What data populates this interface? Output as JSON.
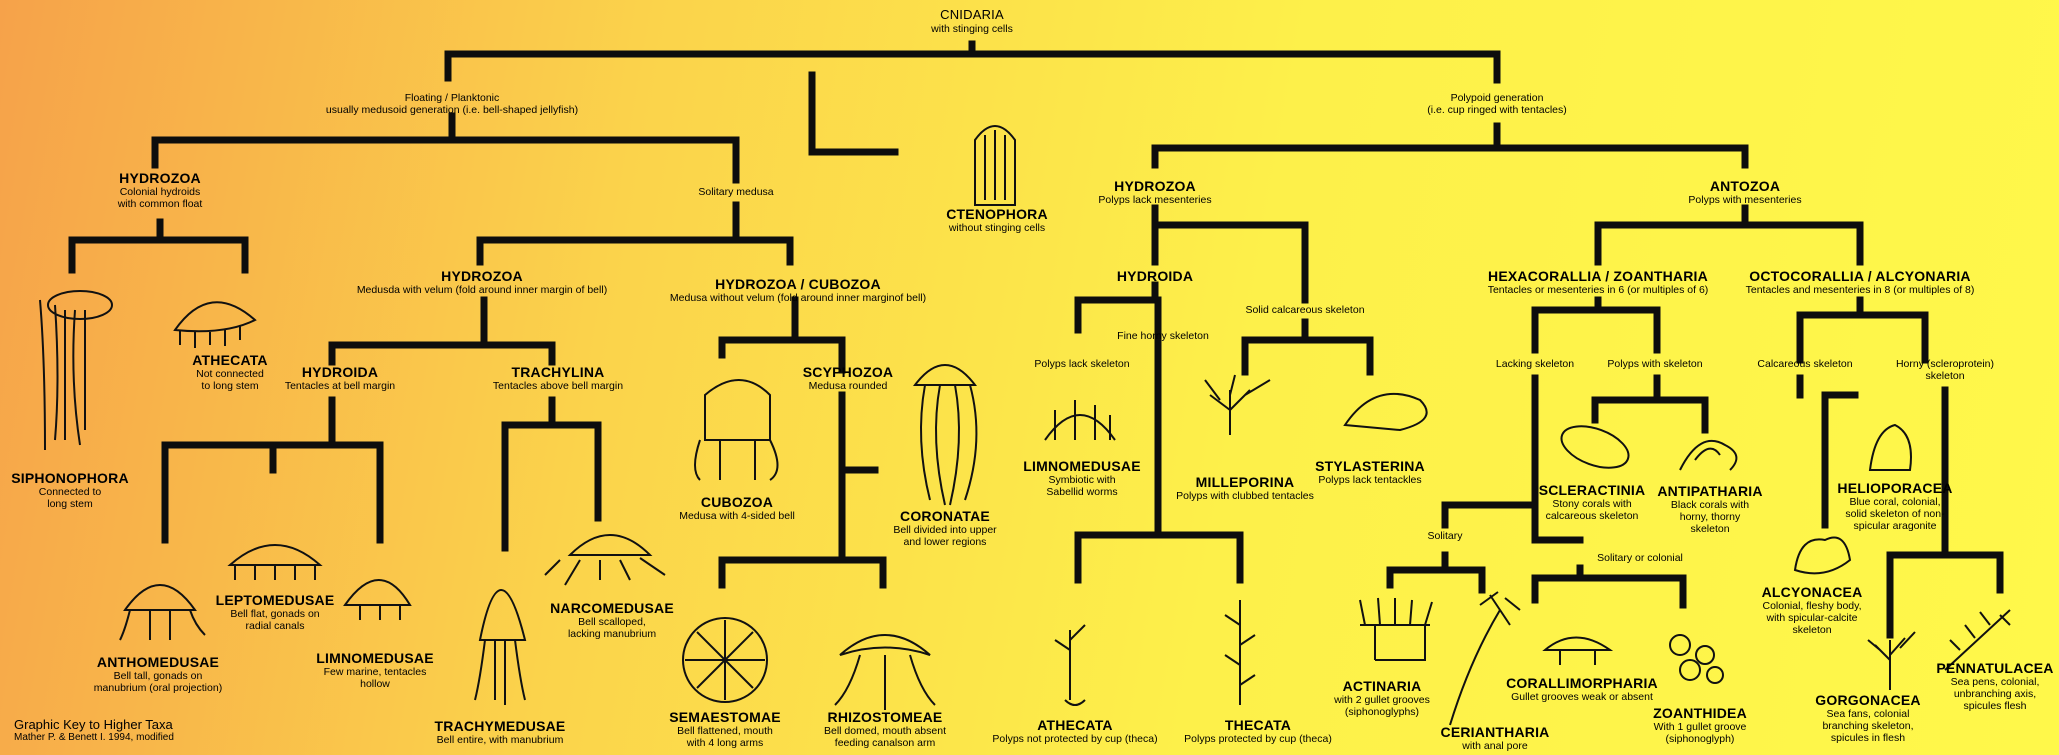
{
  "root": {
    "title": "CNIDARIA",
    "sub": "with stinging cells"
  },
  "branches": {
    "floating": {
      "l1": "Floating / Planktonic",
      "l2": "usually medusoid generation (i.e. bell-shaped jellyfish)"
    },
    "polypoid": {
      "l1": "Polypoid generation",
      "l2": "(i.e. cup ringed with tentacles)"
    },
    "solitary_medusa": "Solitary medusa",
    "fine_horny": "Fine horny skeleton",
    "solid_calc": "Solid calcareous skeleton",
    "lacking_skel": "Lacking skeleton",
    "polyps_skel": "Polyps with skeleton",
    "solitary": "Solitary",
    "sol_or_col": "Solitary or colonial",
    "calc_skel": "Calcareous skeleton",
    "horny": {
      "l1": "Horny (scleroprotein)",
      "l2": "skeleton"
    }
  },
  "taxa": {
    "hydrozoa_colonial": {
      "name": "HYDROZOA",
      "d1": "Colonial hydroids",
      "d2": "with common float"
    },
    "siphonophora": {
      "name": "SIPHONOPHORA",
      "d1": "Connected to",
      "d2": "long stem"
    },
    "athecata_float": {
      "name": "ATHECATA",
      "d1": "Not connected",
      "d2": "to long stem"
    },
    "hydrozoa_velum": {
      "name": "HYDROZOA",
      "d1": "Medusda with velum (fold around inner margin of bell)"
    },
    "hydrozoa_cubozoa": {
      "name": "HYDROZOA / CUBOZOA",
      "d1": "Medusa without velum (fold around inner marginof bell)"
    },
    "hydroida_med": {
      "name": "HYDROIDA",
      "d1": "Tentacles at bell margin"
    },
    "trachylina": {
      "name": "TRACHYLINA",
      "d1": "Tentacles above bell margin"
    },
    "anthomedusae": {
      "name": "ANTHOMEDUSAE",
      "d1": "Bell tall, gonads on",
      "d2": "manubrium (oral projection)"
    },
    "leptomedusae": {
      "name": "LEPTOMEDUSAE",
      "d1": "Bell flat, gonads on",
      "d2": "radial canals"
    },
    "limnomedusae_a": {
      "name": "LIMNOMEDUSAE",
      "d1": "Few marine, tentacles",
      "d2": "hollow"
    },
    "trachymedusae": {
      "name": "TRACHYMEDUSAE",
      "d1": "Bell entire, with manubrium"
    },
    "narcomedusae": {
      "name": "NARCOMEDUSAE",
      "d1": "Bell scalloped,",
      "d2": "lacking manubrium"
    },
    "cubozoa": {
      "name": "CUBOZOA",
      "d1": "Medusa with 4-sided bell"
    },
    "scyphozoa": {
      "name": "SCYPHOZOA",
      "d1": "Medusa rounded"
    },
    "coronatae": {
      "name": "CORONATAE",
      "d1": "Bell divided into upper",
      "d2": "and lower regions"
    },
    "semaestomae": {
      "name": "SEMAESTOMAE",
      "d1": "Bell flattened, mouth",
      "d2": "with 4 long arms"
    },
    "rhizostomeae": {
      "name": "RHIZOSTOMEAE",
      "d1": "Bell domed, mouth absent",
      "d2": "feeding canalson arm"
    },
    "ctenophora": {
      "name": "CTENOPHORA",
      "d1": "without stinging cells"
    },
    "hydrozoa_polyp": {
      "name": "HYDROZOA",
      "d1": "Polyps lack mesenteries"
    },
    "antozoa": {
      "name": "ANTOZOA",
      "d1": "Polyps with mesenteries"
    },
    "hydroida_polyp": {
      "name": "HYDROIDA"
    },
    "polyps_lack": {
      "d1": "Polyps lack skeleton"
    },
    "limnomedusae_b": {
      "name": "LIMNOMEDUSAE",
      "d1": "Symbiotic with",
      "d2": "Sabellid worms"
    },
    "milleporina": {
      "name": "MILLEPORINA",
      "d1": "Polyps with clubbed tentacles"
    },
    "stylasterina": {
      "name": "STYLASTERINA",
      "d1": "Polyps lack tentackles"
    },
    "athecata_polyp": {
      "name": "ATHECATA",
      "d1": "Polyps not protected by cup (theca)"
    },
    "thecata": {
      "name": "THECATA",
      "d1": "Polyps protected by cup (theca)"
    },
    "hexacorallia": {
      "name": "HEXACORALLIA / ZOANTHARIA",
      "d1": "Tentacles or mesenteries in 6 (or multiples of 6)"
    },
    "octocorallia": {
      "name": "OCTOCORALLIA / ALCYONARIA",
      "d1": "Tentacles and mesenteries in 8 (or multiples of 8)"
    },
    "scleractinia": {
      "name": "SCLERACTINIA",
      "d1": "Stony corals with",
      "d2": "calcareous skeleton"
    },
    "antipatharia": {
      "name": "ANTIPATHARIA",
      "d1": "Black corals with",
      "d2": "horny, thorny",
      "d3": "skeleton"
    },
    "actinaria": {
      "name": "ACTINARIA",
      "d1": "with 2 gullet grooves",
      "d2": "(siphonoglyphs)"
    },
    "ceriantharia": {
      "name": "CERIANTHARIA",
      "d1": "with anal pore"
    },
    "corallimorpharia": {
      "name": "CORALLIMORPHARIA",
      "d1": "Gullet grooves weak or absent"
    },
    "zoanthidea": {
      "name": "ZOANTHIDEA",
      "d1": "With 1 gullet groove",
      "d2": "(siphonoglyph)"
    },
    "helioporacea": {
      "name": "HELIOPORACEA",
      "d1": "Blue coral, colonial,",
      "d2": "solid skeleton of non-",
      "d3": "spicular aragonite"
    },
    "alcyonacea": {
      "name": "ALCYONACEA",
      "d1": "Colonial, fleshy body,",
      "d2": "with spicular-calcite",
      "d3": "skeleton"
    },
    "gorgonacea": {
      "name": "GORGONACEA",
      "d1": "Sea fans, colonial",
      "d2": "branching skeleton,",
      "d3": "spicules in flesh"
    },
    "pennatulacea": {
      "name": "PENNATULACEA",
      "d1": "Sea pens, colonial,",
      "d2": "unbranching axis,",
      "d3": "spicules flesh"
    }
  },
  "key": {
    "title": "Graphic Key to Higher Taxa",
    "credit": "Mather P. & Benett I. 1994, modified"
  }
}
